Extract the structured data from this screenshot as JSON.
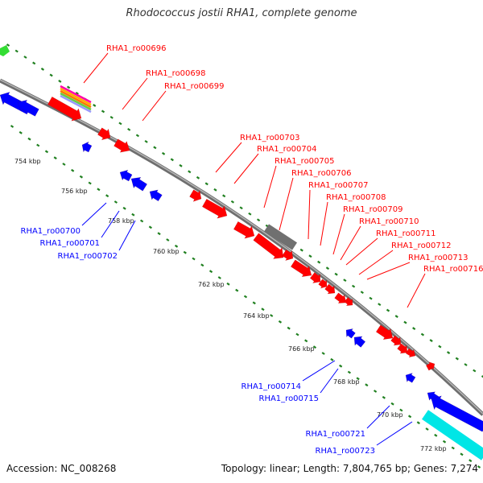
{
  "title": "Rhodococcus jostii RHA1, complete genome",
  "accession": "Accession: NC_008268",
  "summary": "Topology: linear; Length: 7,804,765 bp; Genes: 7,274",
  "colors": {
    "forward": "#ff0000",
    "reverse": "#0000ff",
    "backbone": "#888888",
    "dots": "#208020",
    "rna": "#707070",
    "highlight": "#00e6e6",
    "green": "#33dd33"
  },
  "scale_ticks": [
    "754 kbp",
    "756 kbp",
    "758 kbp",
    "760 kbp",
    "762 kbp",
    "764 kbp",
    "766 kbp",
    "768 kbp",
    "770 kbp",
    "772 kbp"
  ],
  "forward_labels": [
    "RHA1_ro00696",
    "RHA1_ro00698",
    "RHA1_ro00699",
    "RHA1_ro00703",
    "RHA1_ro00704",
    "RHA1_ro00705",
    "RHA1_ro00706",
    "RHA1_ro00707",
    "RHA1_ro00708",
    "RHA1_ro00709",
    "RHA1_ro00710",
    "RHA1_ro00711",
    "RHA1_ro00712",
    "RHA1_ro00713",
    "RHA1_ro00716"
  ],
  "reverse_labels": [
    "RHA1_ro00700",
    "RHA1_ro00701",
    "RHA1_ro00702",
    "RHA1_ro00714",
    "RHA1_ro00715",
    "RHA1_ro00721",
    "RHA1_ro00723"
  ]
}
